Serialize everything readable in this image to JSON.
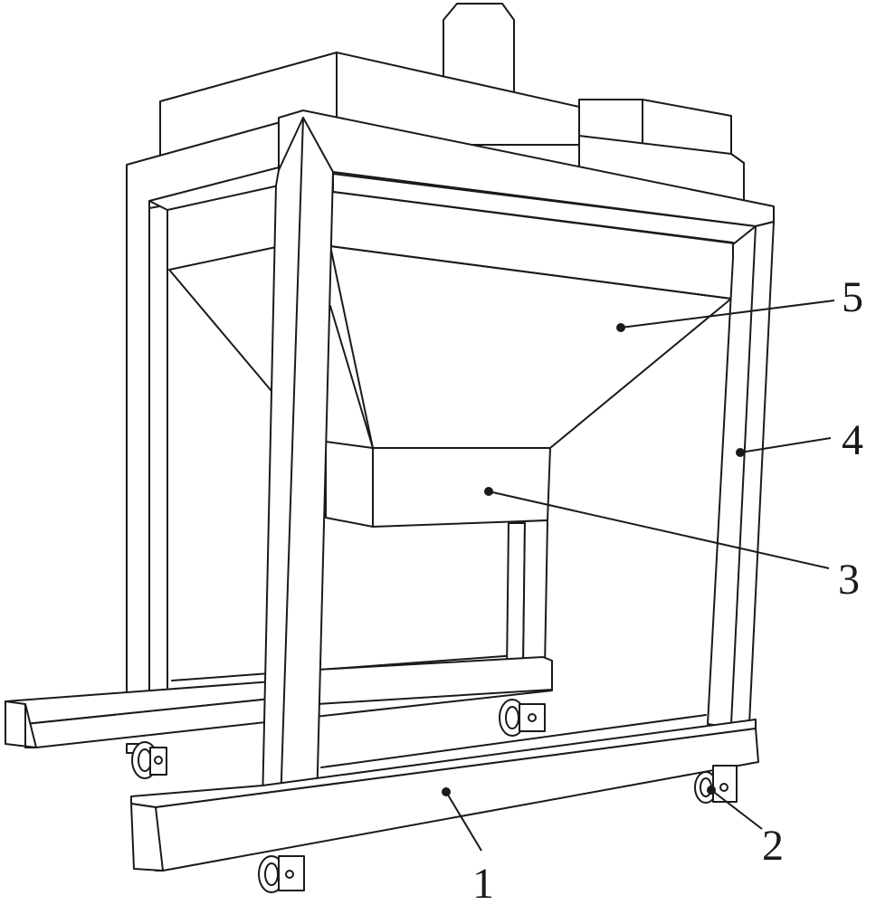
{
  "labels": {
    "part_1": "1",
    "part_2": "2",
    "part_3": "3",
    "part_4": "4",
    "part_5": "5"
  },
  "colors": {
    "line": "#1a1a1a",
    "background": "#ffffff"
  }
}
